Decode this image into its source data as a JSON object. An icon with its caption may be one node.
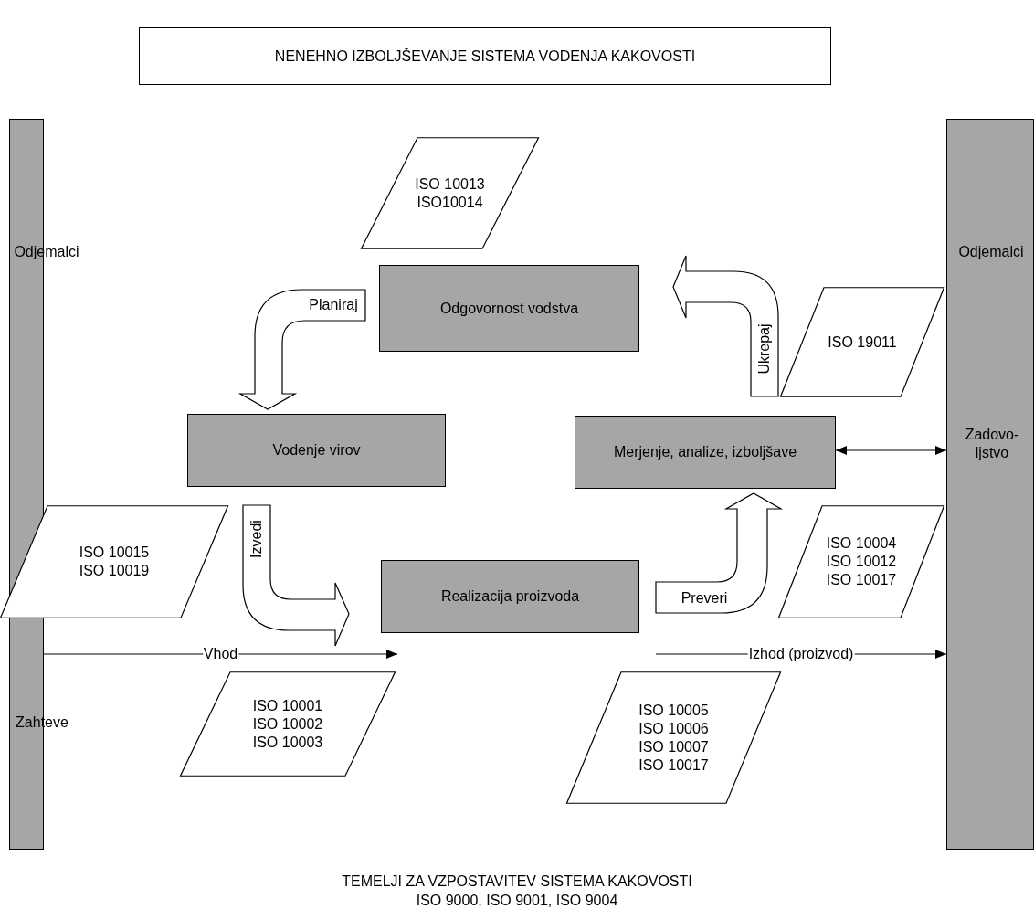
{
  "diagram": {
    "nodes": [
      {
        "text": [
          "NENEHNO IZBOLJŠEVANJE SISTEMA VODENJA KAKOVOSTI"
        ]
      },
      {
        "text": [
          "Odjemalci",
          "Zahteve"
        ]
      },
      {
        "text": [
          "Odjemalci",
          "Zadovo-ljstvo"
        ]
      },
      {
        "text": [
          "Odgovornost vodstva"
        ]
      },
      {
        "text": [
          "Vodenje virov"
        ]
      },
      {
        "text": [
          "Merjenje, analize, izboljšave"
        ]
      },
      {
        "text": [
          "Realizacija proizvoda"
        ]
      },
      {
        "text": [
          "ISO 10013",
          "ISO10014"
        ]
      },
      {
        "text": [
          "ISO 19011"
        ]
      },
      {
        "text": [
          "ISO 10015",
          "ISO 10019"
        ]
      },
      {
        "text": [
          "ISO 10004",
          "ISO 10012",
          "ISO 10017"
        ]
      },
      {
        "text": [
          "ISO 10001",
          "ISO 10002",
          "ISO 10003"
        ]
      },
      {
        "text": [
          "ISO 10005",
          "ISO 10006",
          "ISO 10007",
          "ISO 10017"
        ]
      }
    ],
    "edges": [
      {
        "from": 3,
        "to": 4,
        "arrow": "to",
        "label": "Planiraj",
        "style": "thick"
      },
      {
        "from": 4,
        "to": 6,
        "arrow": "to",
        "label": "Izvedi",
        "style": "thick"
      },
      {
        "from": 6,
        "to": 5,
        "arrow": "to",
        "label": "Preveri",
        "style": "thick"
      },
      {
        "from": 5,
        "to": 3,
        "arrow": "to",
        "label": "Ukrepaj",
        "style": "thick"
      },
      {
        "from": 5,
        "to": 2,
        "arrow": "both"
      },
      {
        "from": 1,
        "to": 6,
        "arrow": "to",
        "label": "Vhod"
      },
      {
        "from": null,
        "to": 2,
        "arrow": "to",
        "label": "Izhod (proizvod)"
      }
    ],
    "labels": [
      "TEMELJI ZA VZPOSTAVITEV SISTEMA KAKOVOSTI",
      "ISO 9000, ISO 9001, ISO 9004"
    ]
  }
}
